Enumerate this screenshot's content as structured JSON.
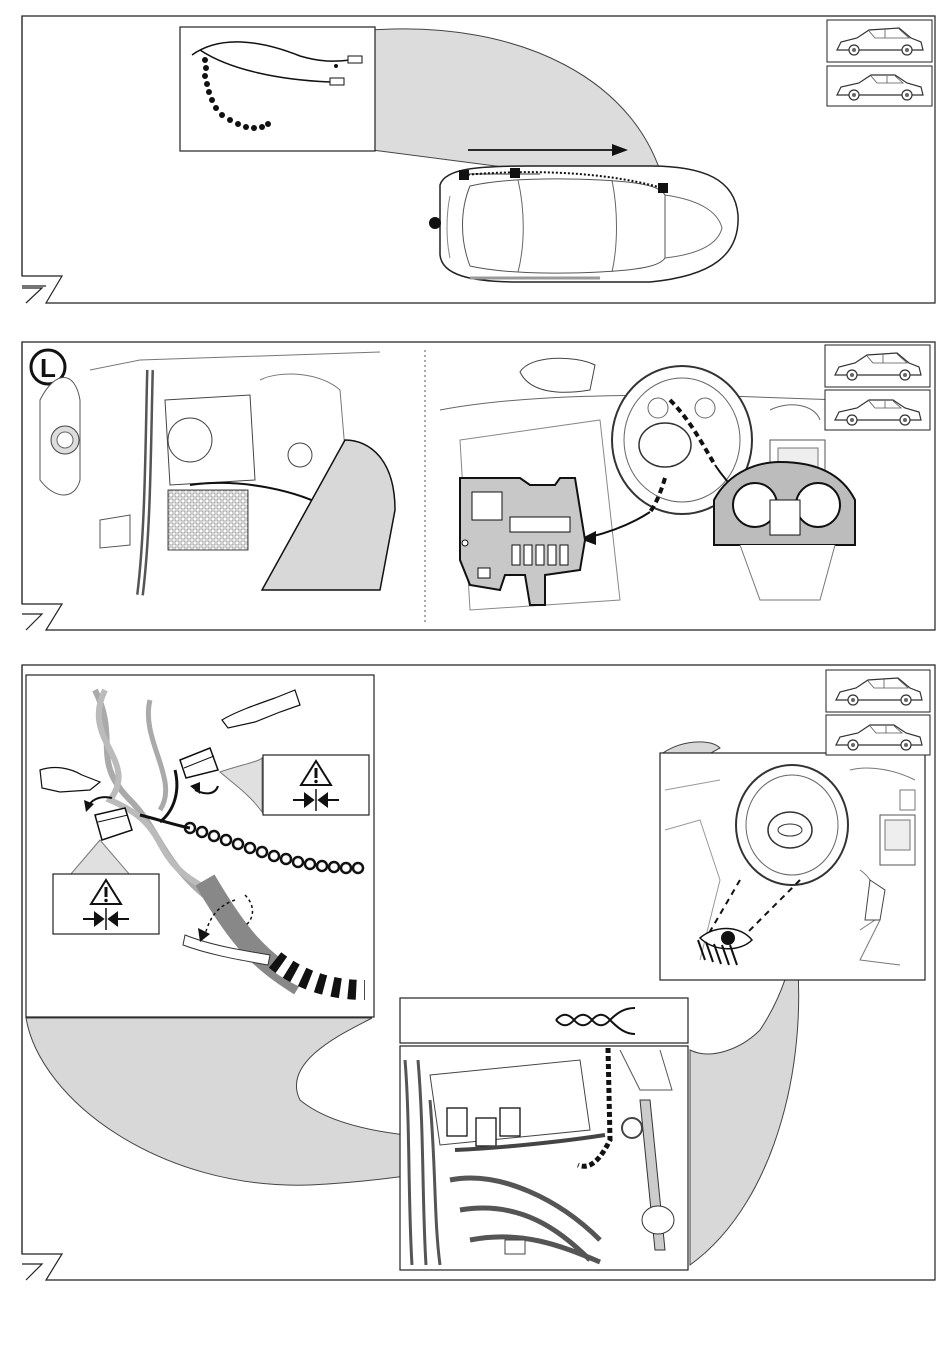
{
  "document": {
    "type": "installation-instructions",
    "steps": [
      {
        "id": "step-1",
        "vehicles": [
          "estate-car-icon",
          "sedan-car-icon"
        ],
        "content": [
          "cable-harness-detail",
          "car-top-view",
          "routing-arrow"
        ]
      },
      {
        "id": "step-2",
        "side_label": "L",
        "vehicles": [
          "estate-car-icon",
          "sedan-car-icon"
        ],
        "content": [
          "left-footwell-panel",
          "dashboard-steering-wheel",
          "removed-panel",
          "instrument-cluster-cover"
        ]
      },
      {
        "id": "step-3",
        "vehicles": [
          "estate-car-icon",
          "sedan-car-icon"
        ],
        "content": [
          "connector-detail",
          "warning-box",
          "driver-footwell-view",
          "twisted-wire-symbol",
          "fuse-box-wiring"
        ]
      }
    ],
    "icons": {
      "warning": "warning-triangle-icon",
      "press": "press-arrows-icon",
      "eye": "eye-icon"
    }
  }
}
